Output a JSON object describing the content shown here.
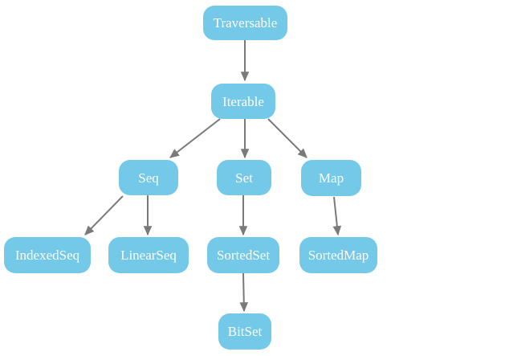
{
  "diagram": {
    "type": "hierarchy",
    "nodes": [
      {
        "id": "traversable",
        "label": "Traversable"
      },
      {
        "id": "iterable",
        "label": "Iterable"
      },
      {
        "id": "seq",
        "label": "Seq"
      },
      {
        "id": "set",
        "label": "Set"
      },
      {
        "id": "map",
        "label": "Map"
      },
      {
        "id": "indexedseq",
        "label": "IndexedSeq"
      },
      {
        "id": "linearseq",
        "label": "LinearSeq"
      },
      {
        "id": "sortedset",
        "label": "SortedSet"
      },
      {
        "id": "sortedmap",
        "label": "SortedMap"
      },
      {
        "id": "bitset",
        "label": "BitSet"
      }
    ],
    "edges": [
      {
        "from": "Traversable",
        "to": "Iterable"
      },
      {
        "from": "Iterable",
        "to": "Seq"
      },
      {
        "from": "Iterable",
        "to": "Set"
      },
      {
        "from": "Iterable",
        "to": "Map"
      },
      {
        "from": "Seq",
        "to": "IndexedSeq"
      },
      {
        "from": "Seq",
        "to": "LinearSeq"
      },
      {
        "from": "Set",
        "to": "SortedSet"
      },
      {
        "from": "Map",
        "to": "SortedMap"
      },
      {
        "from": "SortedSet",
        "to": "BitSet"
      }
    ],
    "colors": {
      "node_fill": "#74c8e8",
      "node_text": "#ffffff",
      "edge": "#7a7a7a",
      "background": "#ffffff"
    }
  }
}
